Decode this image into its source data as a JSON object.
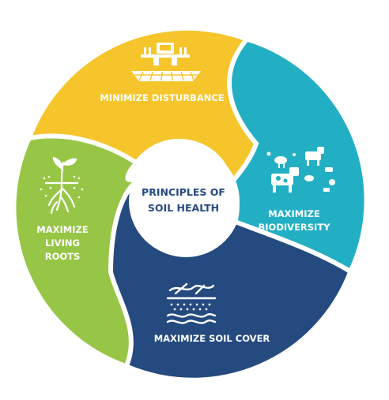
{
  "center": {
    "line1": "PRINCIPLES OF",
    "line2": "SOIL HEALTH"
  },
  "segments": {
    "disturbance": {
      "line1": "MINIMIZE DISTURBANCE"
    },
    "biodiversity": {
      "line1": "MAXIMIZE",
      "line2": "BIODIVERSITY"
    },
    "cover": {
      "line1": "MAXIMIZE SOIL COVER"
    },
    "roots": {
      "line1": "MAXIMIZE",
      "line2": "LIVING",
      "line3": "ROOTS"
    }
  },
  "icons": {
    "disturbance": "tractor-icon",
    "biodiversity": "livestock-icon",
    "cover": "soil-layers-icon",
    "roots": "plant-roots-icon"
  },
  "colors": {
    "yellow": "#F5C52B",
    "teal": "#23AFC3",
    "navy": "#254A80",
    "green": "#97C647",
    "center_text": "#254A80",
    "white": "#FFFFFF"
  }
}
